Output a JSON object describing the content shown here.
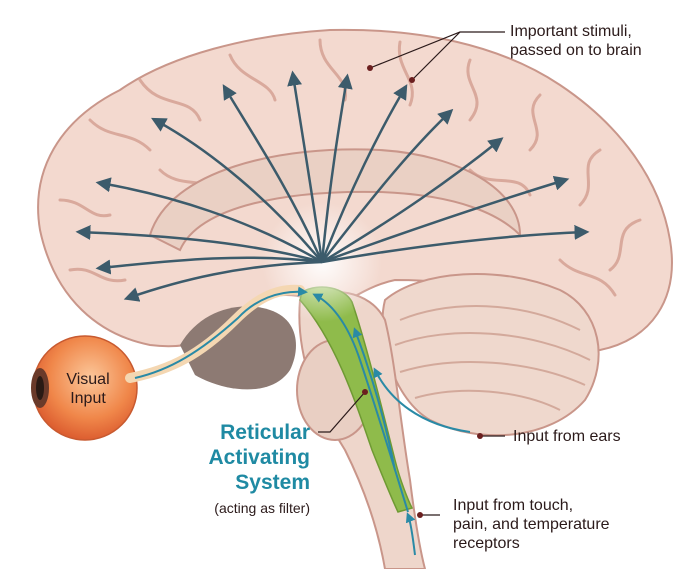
{
  "labels": {
    "important_stimuli_line1": "Important stimuli,",
    "important_stimuli_line2": "passed on to brain",
    "input_from_ears": "Input from ears",
    "touch_line1": "Input from touch,",
    "touch_line2": "pain, and temperature",
    "touch_line3": "receptors",
    "visual_line1": "Visual",
    "visual_line2": "Input",
    "ras_line1": "Reticular",
    "ras_line2": "Activating",
    "ras_line3": "System",
    "ras_sub": "(acting as filter)"
  },
  "colors": {
    "brain": "#f3d9cf",
    "brain_fold": "#d9a99c",
    "arrow": "#3c5b6b",
    "ras_green": "#8fbb4b",
    "ras_text": "#1f8aa3",
    "pathway": "#2a8aa6",
    "eye": "#e8703a",
    "cerebellum": "#efd8cd",
    "shadow": "#8d7a73"
  }
}
